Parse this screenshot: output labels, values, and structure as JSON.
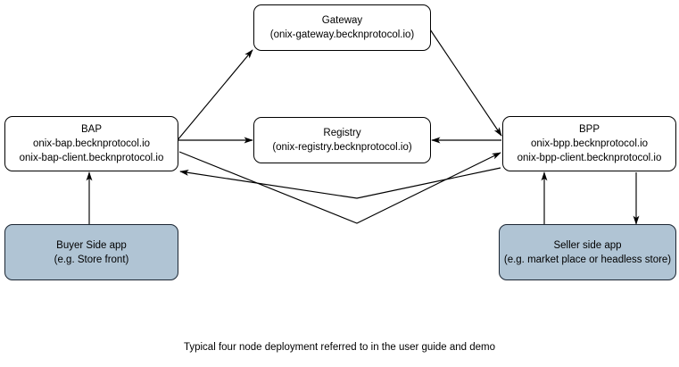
{
  "diagram": {
    "caption": "Typical four node deployment referred to in the user guide and demo",
    "colors": {
      "stroke": "#000000",
      "node_fill": "#ffffff",
      "app_fill": "#b0c4d4",
      "app_stroke": "#1b2633",
      "text": "#000000"
    },
    "nodes": [
      {
        "id": "gateway",
        "title": "Gateway",
        "host": "(onix-gateway.becknprotocol.io)",
        "style": "plain"
      },
      {
        "id": "bap",
        "title": "BAP",
        "host": "onix-bap.becknprotocol.io",
        "host2": "onix-bap-client.becknprotocol.io",
        "style": "plain"
      },
      {
        "id": "registry",
        "title": "Registry",
        "host": "(onix-registry.becknprotocol.io)",
        "style": "plain"
      },
      {
        "id": "bpp",
        "title": "BPP",
        "host": "onix-bpp.becknprotocol.io",
        "host2": "onix-bpp-client.becknprotocol.io",
        "style": "plain"
      },
      {
        "id": "buyer-app",
        "title": "Buyer Side app",
        "host": "(e.g. Store front)",
        "style": "filled"
      },
      {
        "id": "seller-app",
        "title": "Seller side app",
        "host": "(e.g. market place or headless store)",
        "style": "filled"
      }
    ],
    "edges": [
      {
        "id": "bap-to-gateway",
        "from": "bap",
        "to": "gateway",
        "kind": "diagonal",
        "arrow": "end"
      },
      {
        "id": "gateway-to-bpp",
        "from": "gateway",
        "to": "bpp",
        "kind": "diagonal",
        "arrow": "end"
      },
      {
        "id": "bap-to-registry",
        "from": "bap",
        "to": "registry",
        "kind": "horizontal",
        "arrow": "end"
      },
      {
        "id": "bpp-to-registry",
        "from": "bpp",
        "to": "registry",
        "kind": "horizontal",
        "arrow": "end"
      },
      {
        "id": "bap-to-bpp",
        "from": "bap",
        "to": "bpp",
        "kind": "v-bend",
        "arrow": "end"
      },
      {
        "id": "bpp-to-bap",
        "from": "bpp",
        "to": "bap",
        "kind": "v-bend",
        "arrow": "end"
      },
      {
        "id": "buyer-app-to-bap",
        "from": "buyer-app",
        "to": "bap",
        "kind": "vertical",
        "arrow": "end"
      },
      {
        "id": "seller-app-to-bpp",
        "from": "seller-app",
        "to": "bpp",
        "kind": "vertical",
        "arrow": "end"
      },
      {
        "id": "bpp-to-seller-app",
        "from": "bpp",
        "to": "seller-app",
        "kind": "vertical",
        "arrow": "end"
      }
    ]
  }
}
